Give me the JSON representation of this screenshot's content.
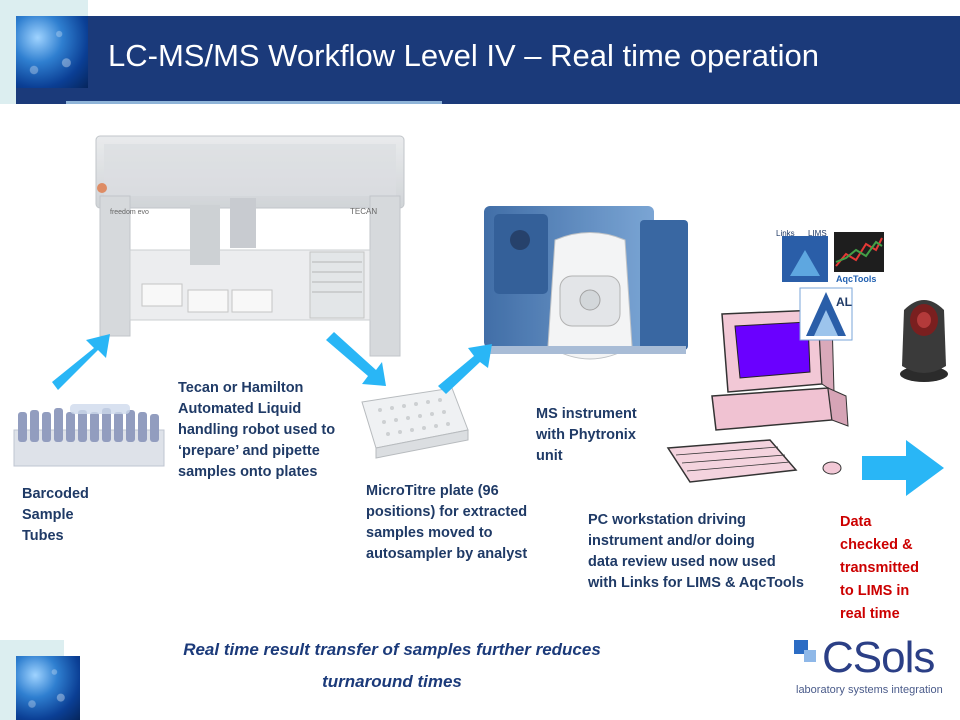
{
  "header": {
    "title": "LC-MS/MS Workflow Level IV – Real time operation"
  },
  "steps": [
    {
      "label": [
        "Barcoded",
        "Sample",
        "Tubes"
      ]
    },
    {
      "label": [
        "Tecan or Hamilton",
        "Automated Liquid",
        "handling robot used to",
        "‘prepare’ and pipette",
        "samples onto plates"
      ]
    },
    {
      "label": [
        "MicroTitre plate (96",
        "positions) for extracted",
        "samples moved to",
        "autosampler by analyst"
      ]
    },
    {
      "label": [
        "MS instrument",
        "with Phytronix",
        "unit"
      ]
    },
    {
      "label": [
        "PC workstation driving",
        "instrument and/or doing",
        "data review used now used",
        "with Links for LIMS & AqcTools"
      ]
    },
    {
      "label": [
        "Data",
        "checked &",
        "transmitted",
        "to LIMS in",
        "real time"
      ]
    }
  ],
  "robot": {
    "brand_left": "freedom evo",
    "brand_right": "TECAN"
  },
  "software_logos": {
    "links_lims": "Links",
    "lims_text": "LIMS",
    "aqctools": "AqcTools",
    "al_text": "AL"
  },
  "footer": {
    "caption_line1": "Real time result transfer of samples further reduces",
    "caption_line2": "turnaround times"
  },
  "logo": {
    "name": "CSols",
    "tagline": "laboratory systems integration"
  },
  "colors": {
    "header_bg": "#1b3a7a",
    "arrow": "#29b6f6",
    "label_text": "#1f3a66",
    "data_red": "#cc0000"
  }
}
